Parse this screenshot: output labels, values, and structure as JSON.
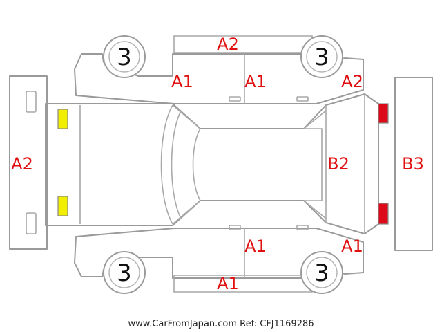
{
  "damage_codes": {
    "roof_front_left": "A1",
    "roof_front_right": "A1",
    "top_bumper_rear": "A2",
    "rear_quarter_top": "A2",
    "front_bumper": "A2",
    "rear_glass": "B2",
    "rear_bumper": "B3",
    "bottom_door_rear": "A1",
    "bottom_quarter": "A1",
    "bottom_sill": "A1"
  },
  "wheel_labels": {
    "front_left": "3",
    "rear_left": "3",
    "front_right": "3",
    "rear_right": "3"
  },
  "lamp_colors": {
    "front": "#f2ee00",
    "rear": "#dd0a1a"
  },
  "footer": "www.CarFromJapan.com Ref: CFJ1169286"
}
